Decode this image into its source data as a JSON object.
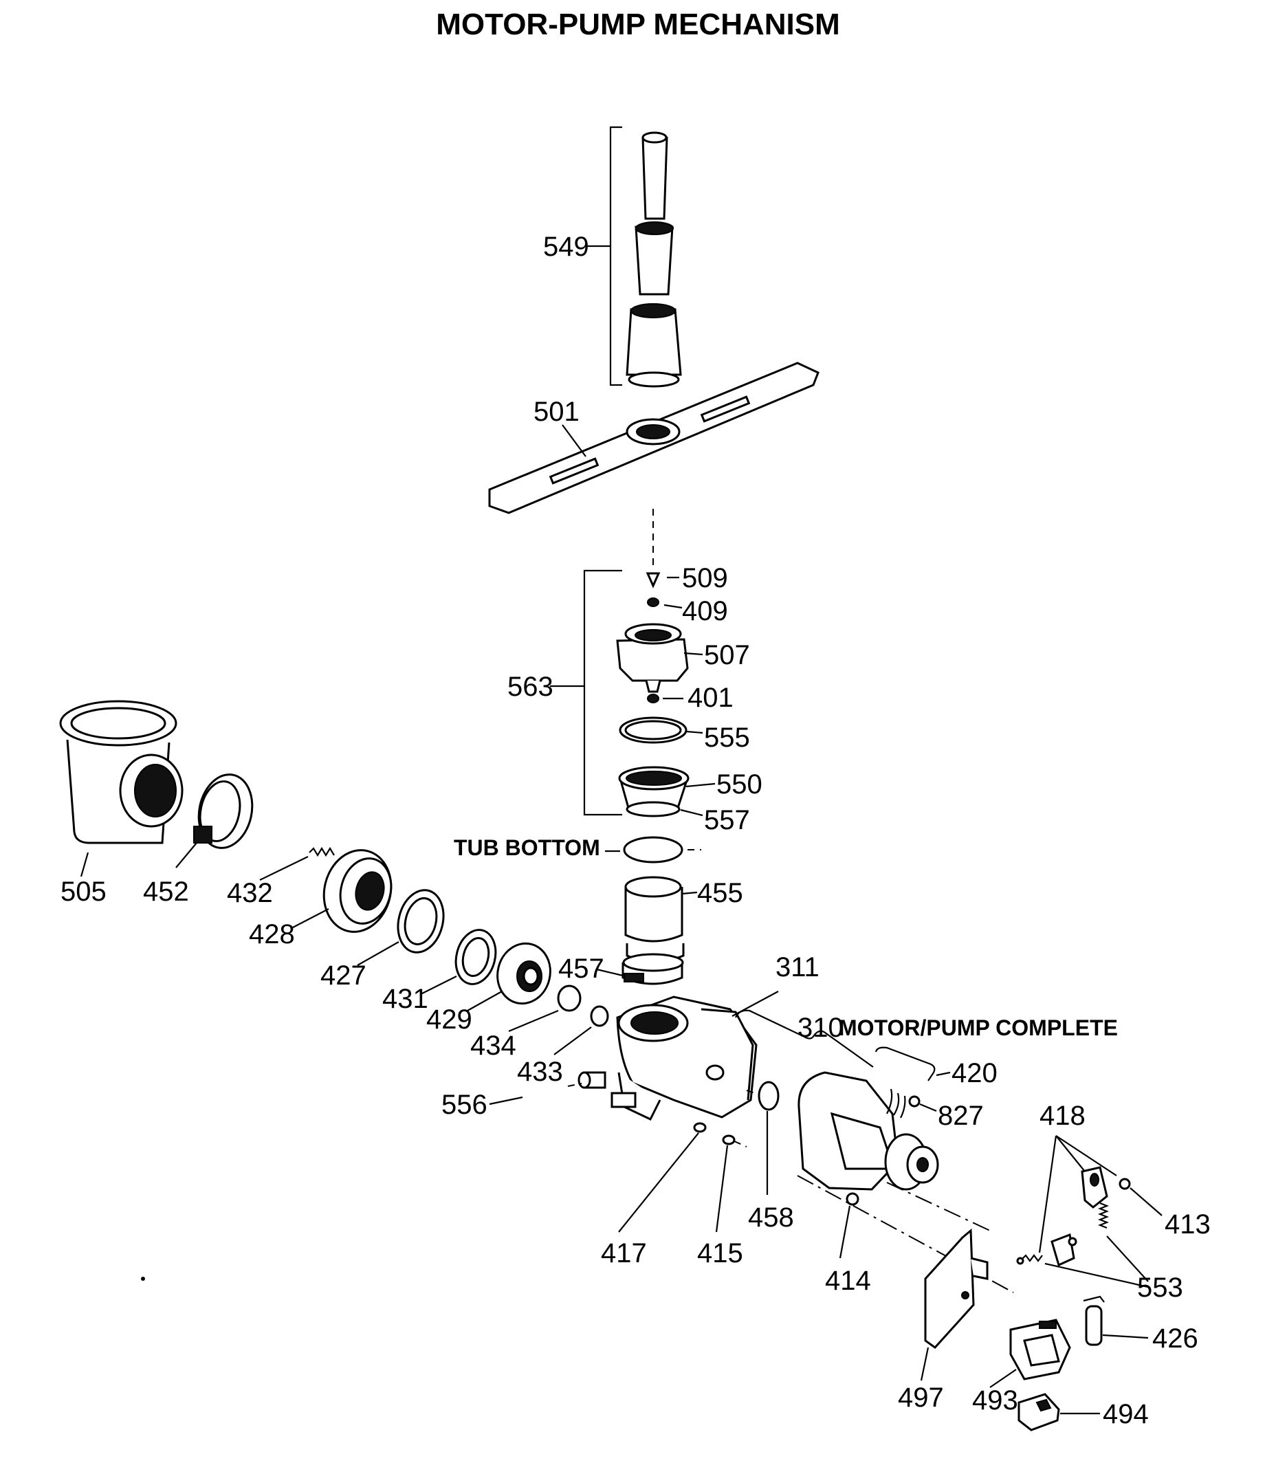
{
  "title": "MOTOR-PUMP MECHANISM",
  "labels": {
    "tub_bottom": "TUB BOTTOM",
    "motor_pump_complete": "MOTOR/PUMP COMPLETE"
  },
  "callouts": {
    "p549": "549",
    "p501": "501",
    "p509": "509",
    "p409": "409",
    "p507": "507",
    "p563": "563",
    "p401": "401",
    "p555": "555",
    "p550": "550",
    "p557": "557",
    "p455": "455",
    "p457": "457",
    "p505": "505",
    "p452": "452",
    "p432": "432",
    "p428": "428",
    "p427": "427",
    "p431": "431",
    "p429": "429",
    "p434": "434",
    "p433": "433",
    "p311": "311",
    "p310": "310",
    "p420": "420",
    "p827": "827",
    "p556": "556",
    "p417": "417",
    "p415": "415",
    "p458": "458",
    "p414": "414",
    "p418": "418",
    "p413": "413",
    "p553": "553",
    "p426": "426",
    "p497": "497",
    "p493": "493",
    "p494": "494"
  }
}
